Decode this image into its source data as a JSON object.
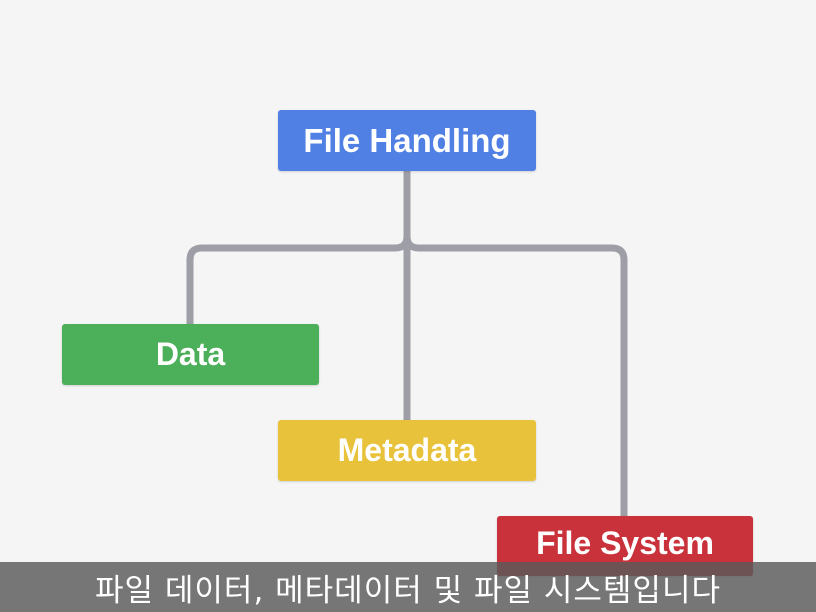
{
  "diagram": {
    "root": {
      "label": "File Handling",
      "color": "#5080e4"
    },
    "children": [
      {
        "label": "Data",
        "color": "#4caf5a"
      },
      {
        "label": "Metadata",
        "color": "#e8c23a"
      },
      {
        "label": "File System",
        "color": "#c9323a"
      }
    ],
    "connector_color": "#9e9ea6"
  },
  "subtitle": {
    "text": "파일 데이터, 메타데이터 및 파일 시스템입니다"
  }
}
